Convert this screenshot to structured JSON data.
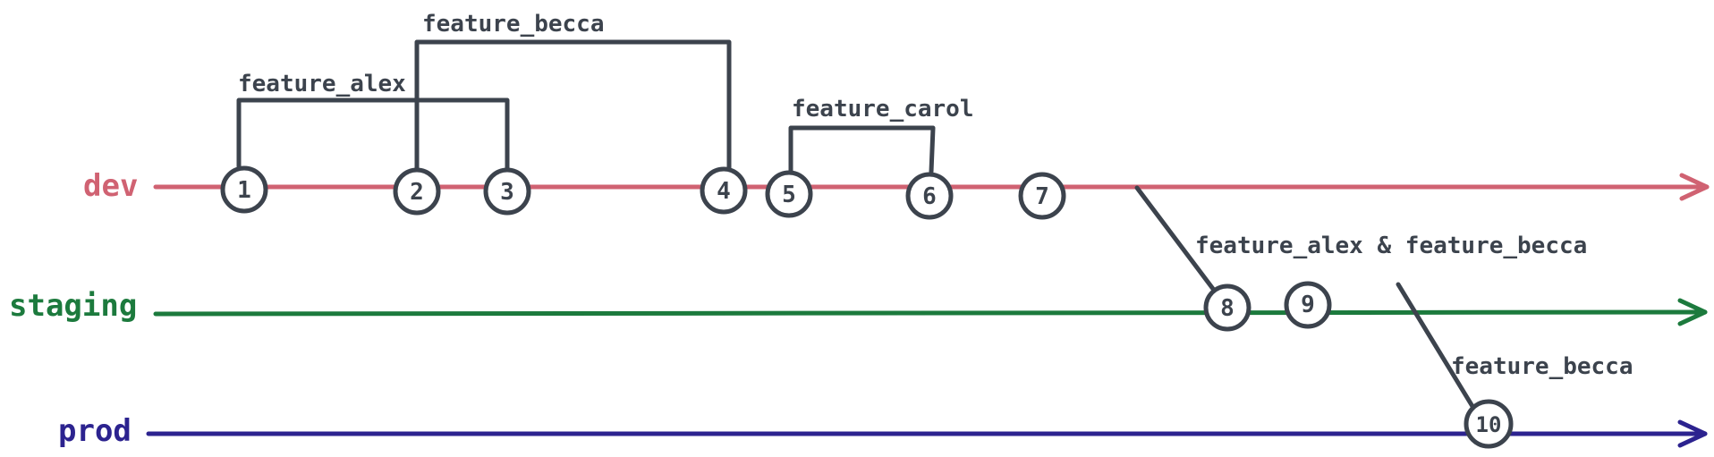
{
  "colors": {
    "dev": "#d06272",
    "staging": "#1c7a3d",
    "prod": "#2c238f",
    "ink": "#3c434d",
    "background": "#ffffff"
  },
  "branches": {
    "dev": {
      "label": "dev"
    },
    "staging": {
      "label": "staging"
    },
    "prod": {
      "label": "prod"
    }
  },
  "features": {
    "alex": {
      "label": "feature_alex"
    },
    "becca": {
      "label": "feature_becca"
    },
    "carol": {
      "label": "feature_carol"
    }
  },
  "merges": {
    "dev_to_staging": {
      "label": "feature_alex & feature_becca"
    },
    "staging_to_prod": {
      "label": "feature_becca"
    }
  },
  "commits": {
    "c1": "1",
    "c2": "2",
    "c3": "3",
    "c4": "4",
    "c5": "5",
    "c6": "6",
    "c7": "7",
    "c8": "8",
    "c9": "9",
    "c10": "10"
  }
}
